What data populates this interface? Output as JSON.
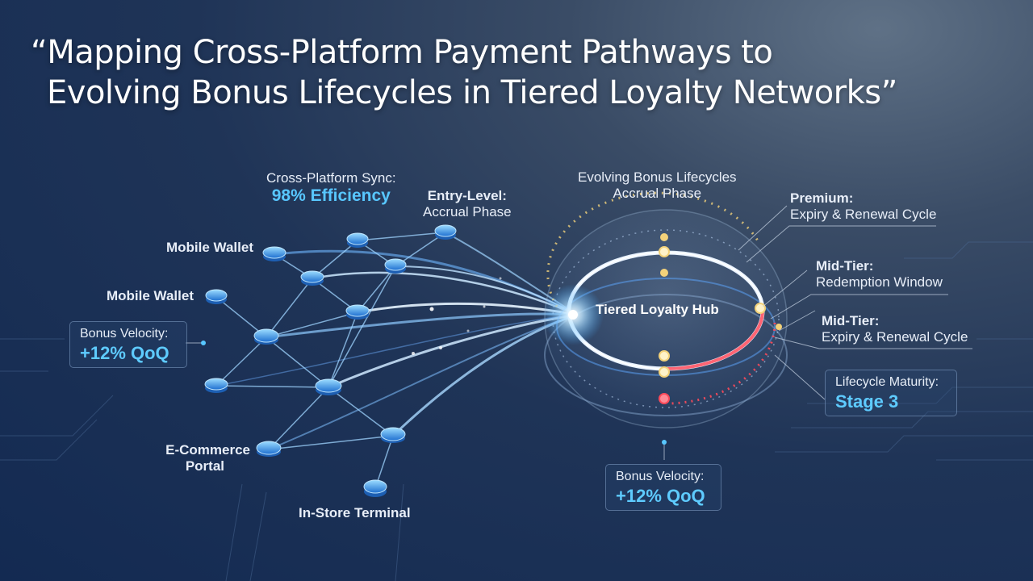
{
  "title": {
    "line1": "“Mapping Cross-Platform Payment Pathways to",
    "line2": "Evolving Bonus Lifecycles in Tiered Loyalty Networks”"
  },
  "network_labels": {
    "sync_label": "Cross-Platform Sync:",
    "sync_value": "98% Efficiency",
    "entry_level": "Entry-Level:",
    "entry_phase": "Accrual Phase",
    "mobile_wallet_1": "Mobile Wallet",
    "mobile_wallet_2": "Mobile Wallet",
    "ecommerce_line1": "E-Commerce",
    "ecommerce_line2": "Portal",
    "instore": "In-Store Terminal"
  },
  "left_box": {
    "label": "Bonus Velocity:",
    "value": "+12% QoQ"
  },
  "hub": {
    "top_line1": "Evolving Bonus Lifecycles",
    "top_line2": "Accrual Phase",
    "name": "Tiered Loyalty Hub"
  },
  "tiers": {
    "premium": "Premium:",
    "premium_sub": "Expiry & Renewal Cycle",
    "midtier1": "Mid-Tier:",
    "midtier1_sub": "Redemption Window",
    "midtier2": "Mid-Tier:",
    "midtier2_sub": "Expiry & Renewal Cycle"
  },
  "maturity_box": {
    "label": "Lifecycle Maturity:",
    "value": "Stage 3"
  },
  "bottom_box": {
    "label": "Bonus Velocity:",
    "value": "+12% QoQ"
  },
  "colors": {
    "node": "#3aa8ff",
    "link": "#9fd4ff",
    "accent": "#58c7ff",
    "gold": "#f3d27a",
    "red": "#ff4a5a"
  }
}
